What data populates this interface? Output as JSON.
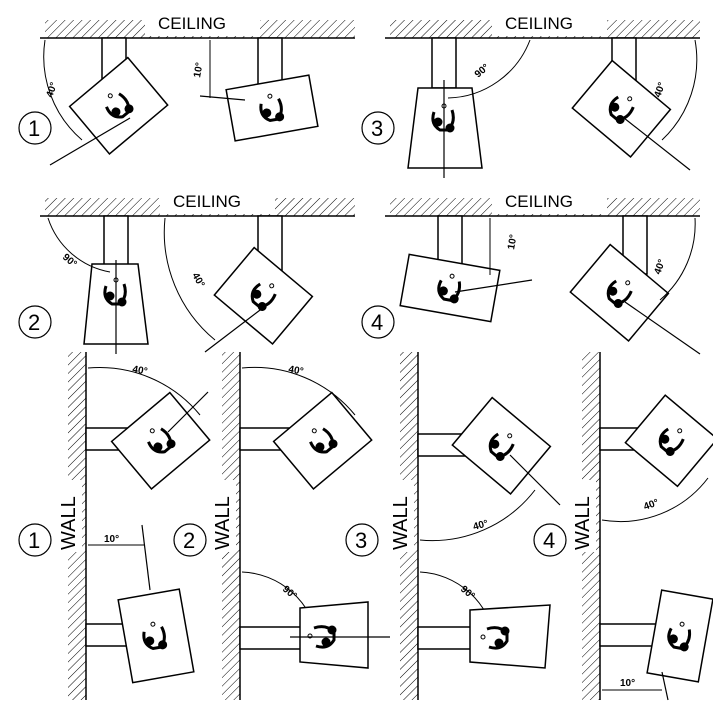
{
  "ceiling_label": "CEILING",
  "wall_label": "WALL",
  "position_numbers": [
    "1",
    "2",
    "3",
    "4"
  ],
  "angles": {
    "a40": "40°",
    "a10": "10°",
    "a90": "90°"
  },
  "colors": {
    "line": "#000000",
    "background": "#ffffff"
  }
}
